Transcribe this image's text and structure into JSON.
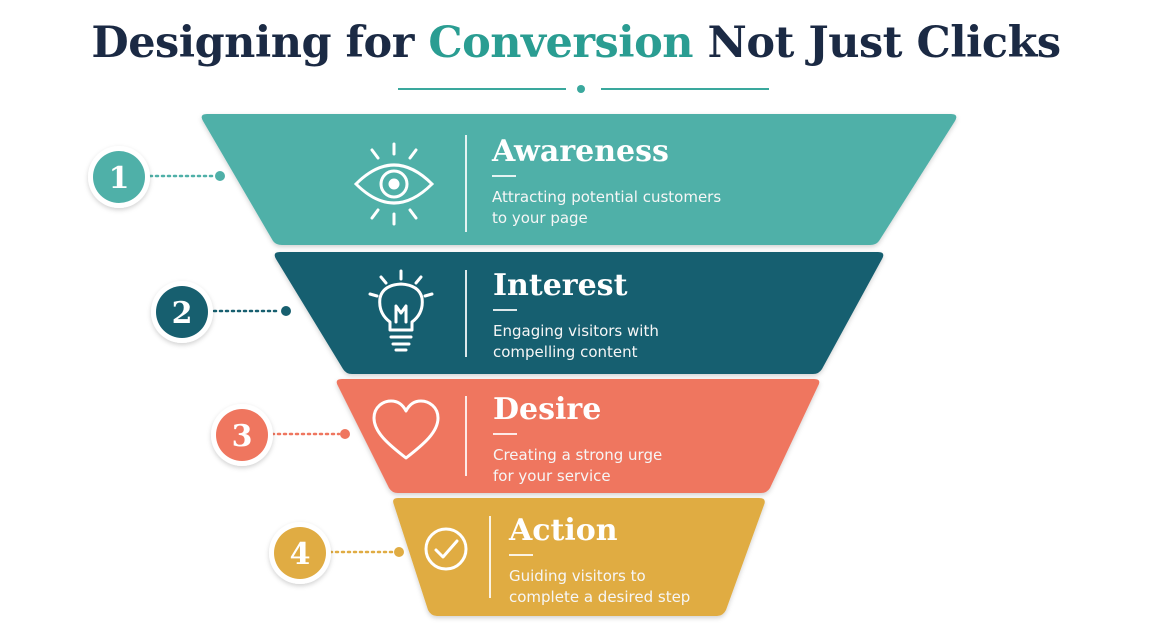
{
  "title": {
    "part1": "Designing for",
    "accent": "Conversion",
    "part2": "Not Just Clicks"
  },
  "colors": {
    "title": "#1b2a44",
    "accent": "#2a9d92",
    "awareness": "#4fb0a8",
    "interest": "#175f6f",
    "desire": "#ef765f",
    "action": "#e0ac43"
  },
  "stages": [
    {
      "number": "1",
      "title": "Awareness",
      "description": "Attracting potential customers to your page",
      "icon": "eye-icon",
      "color": "#4fb0a8"
    },
    {
      "number": "2",
      "title": "Interest",
      "description": "Engaging visitors with compelling content",
      "icon": "lightbulb-icon",
      "color": "#175f6f"
    },
    {
      "number": "3",
      "title": "Desire",
      "description": "Creating a strong urge for your service",
      "icon": "heart-icon",
      "color": "#ef765f"
    },
    {
      "number": "4",
      "title": "Action",
      "description": "Guiding visitors to complete a desired step",
      "icon": "check-circle-icon",
      "color": "#e0ac43"
    }
  ]
}
